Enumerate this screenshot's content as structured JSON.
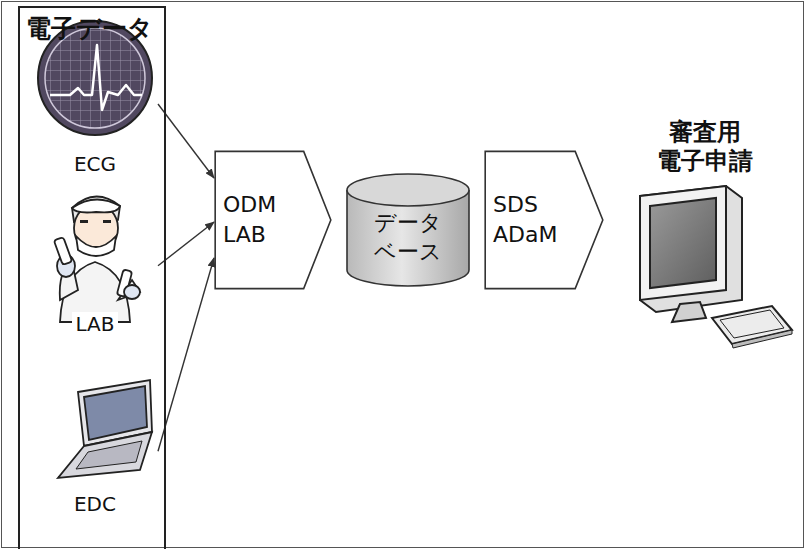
{
  "diagram": {
    "nodes": [
      {
        "text": [
          "電子データ"
        ]
      },
      {
        "text": [
          "ECG"
        ],
        "in": 0
      },
      {
        "text": [
          "LAB"
        ],
        "in": 0
      },
      {
        "text": [
          "EDC"
        ],
        "in": 0
      },
      {
        "text": [
          "ODM LAB"
        ]
      },
      {
        "text": [
          "データ ベース"
        ]
      },
      {
        "text": [
          "SDS ADaM"
        ]
      },
      {
        "text": [
          "審査用 電子申請"
        ]
      }
    ],
    "edges": [
      {
        "from": 1,
        "to": 4,
        "arrow": "to"
      },
      {
        "from": 2,
        "to": 4,
        "arrow": "to"
      },
      {
        "from": 3,
        "to": 4,
        "arrow": "to"
      }
    ]
  }
}
